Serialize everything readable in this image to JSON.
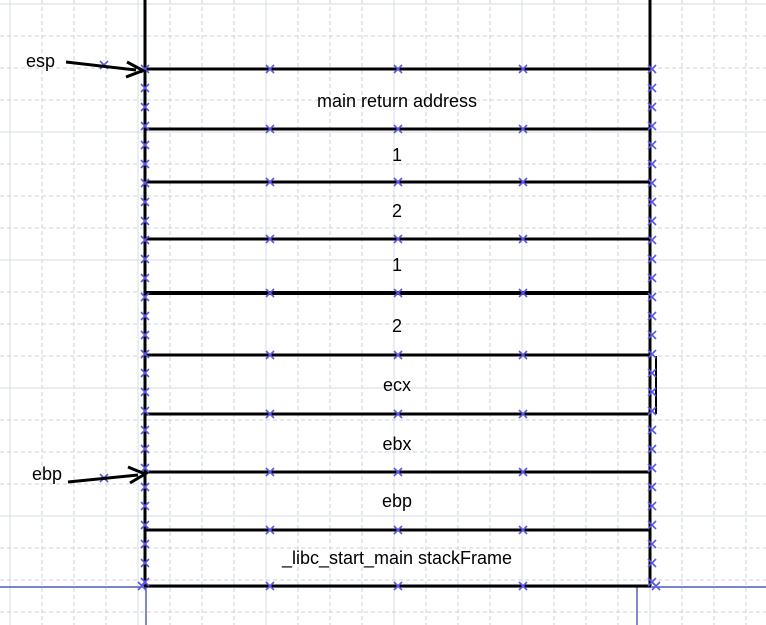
{
  "stack": {
    "cells": [
      {
        "label": "main return address"
      },
      {
        "label": "1"
      },
      {
        "label": "2"
      },
      {
        "label": "1"
      },
      {
        "label": "2"
      },
      {
        "label": "ecx"
      },
      {
        "label": "ebx"
      },
      {
        "label": "ebp"
      },
      {
        "label": "_libc_start_main stackFrame"
      }
    ]
  },
  "pointers": {
    "esp": {
      "label": "esp"
    },
    "ebp": {
      "label": "ebp"
    }
  },
  "colors": {
    "grid": "#c9d3dc",
    "grid_major": "#d4dde6",
    "guide": "#2f3ba8",
    "marker": "#5b56e8",
    "stroke": "#000000"
  }
}
